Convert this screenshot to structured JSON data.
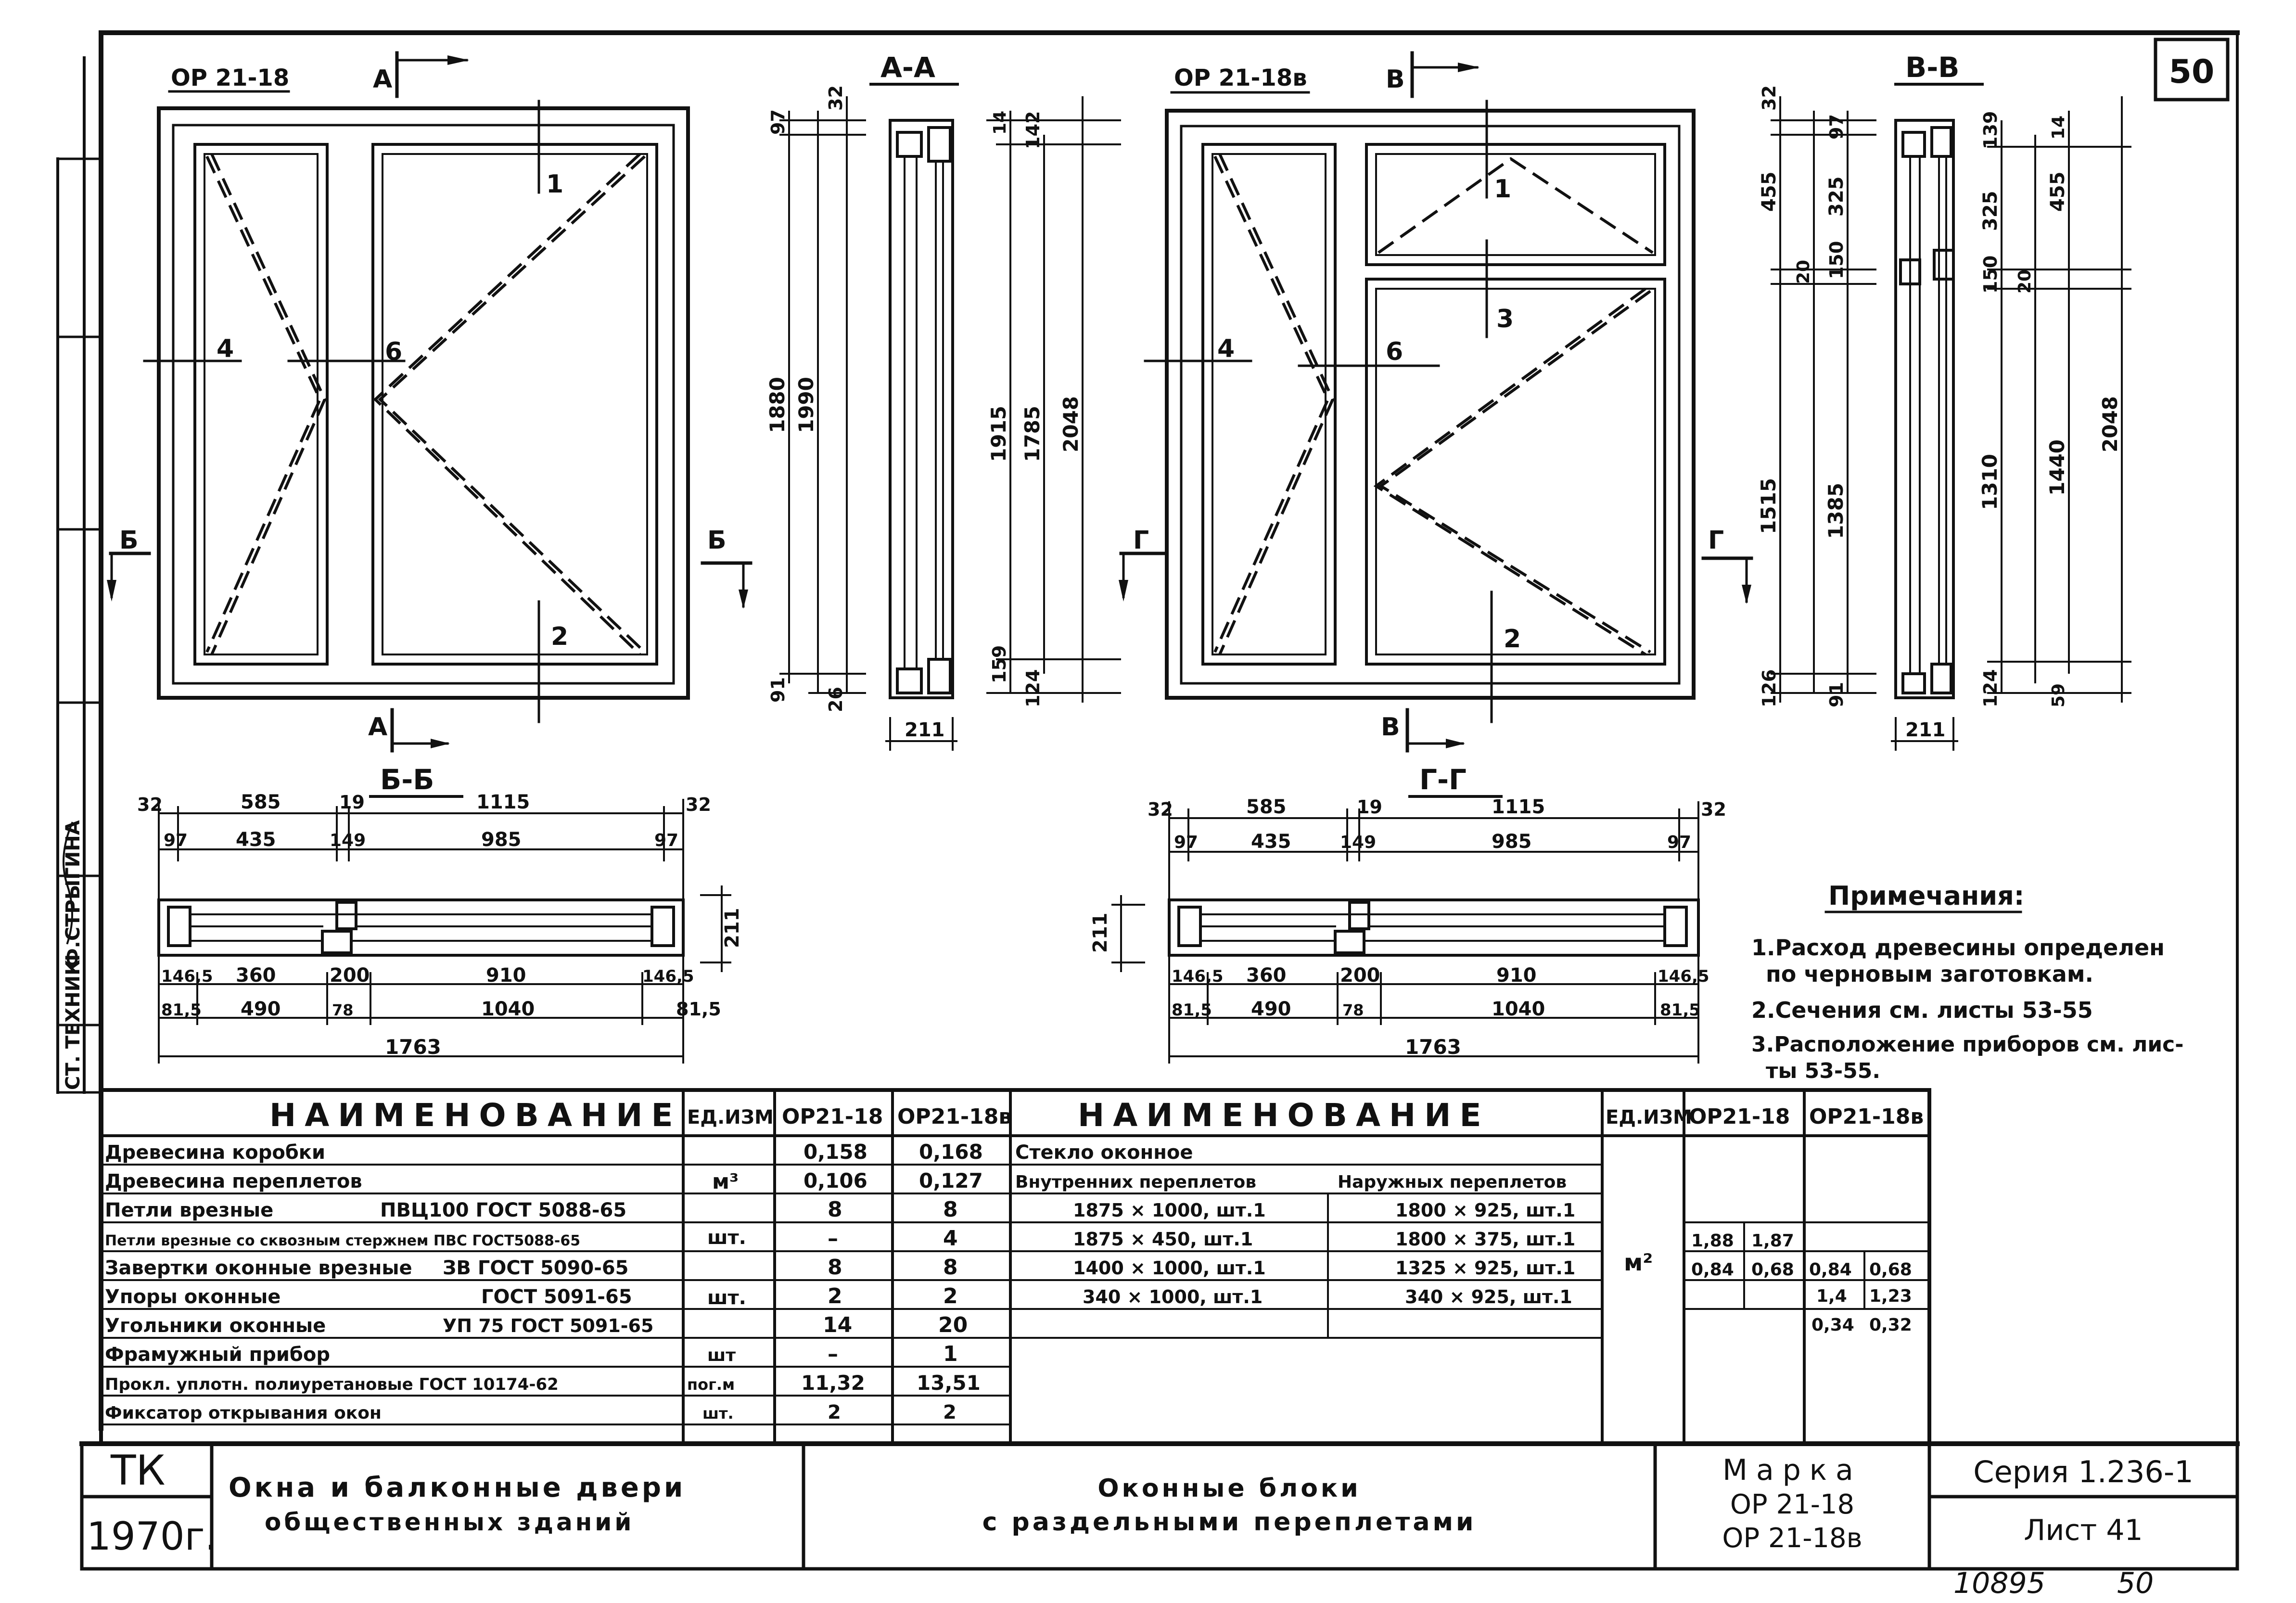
{
  "sheet": {
    "page_number": "50",
    "stamp_bottom": "10895",
    "stamp_bottom2": "50",
    "side_text": "СТ. ТЕХНИК",
    "side_name": "Ф.СТРЫГИНА"
  },
  "views": {
    "op1": {
      "title": "ОР 21-18",
      "sec_mark_a": "А",
      "sec_mark_b": "Б",
      "callouts": [
        "1",
        "2",
        "4",
        "6"
      ]
    },
    "op2": {
      "title": "ОР 21-18в",
      "sec_mark_v": "В",
      "sec_mark_g": "Г",
      "callouts": [
        "1",
        "2",
        "3",
        "4",
        "6"
      ]
    },
    "sec_aa": {
      "title": "А-А",
      "dims": [
        "97",
        "32",
        "1880",
        "1990",
        "91",
        "26",
        "211"
      ]
    },
    "sec_aa2": {
      "dims": [
        "14",
        "142",
        "1915",
        "1785",
        "2048",
        "159",
        "124"
      ]
    },
    "sec_vv": {
      "title": "В-В",
      "dims": [
        "32",
        "97",
        "455",
        "325",
        "150",
        "20",
        "1515",
        "1385",
        "126",
        "91",
        "211"
      ]
    },
    "sec_vv2": {
      "dims": [
        "139",
        "14",
        "325",
        "455",
        "150",
        "20",
        "1310",
        "1440",
        "2048",
        "124",
        "59"
      ]
    },
    "sec_bb": {
      "title": "Б-Б",
      "top1": [
        "32",
        "585",
        "19",
        "1115",
        "32"
      ],
      "top2": [
        "97",
        "435",
        "149",
        "985",
        "97"
      ],
      "bot1": [
        "146,5",
        "360",
        "200",
        "910",
        "146,5"
      ],
      "bot2": [
        "81,5",
        "490",
        "78",
        "1040",
        "81,5"
      ],
      "total": "1763",
      "depth": "211"
    },
    "sec_gg": {
      "title": "Г-Г",
      "top1": [
        "32",
        "585",
        "19",
        "1115",
        "32"
      ],
      "top2": [
        "97",
        "435",
        "149",
        "985",
        "97"
      ],
      "bot1": [
        "146,5",
        "360",
        "200",
        "910",
        "146,5"
      ],
      "bot2": [
        "81,5",
        "490",
        "78",
        "1040",
        "81,5"
      ],
      "total": "1763",
      "depth": "211"
    }
  },
  "notes": {
    "title": "Примечания:",
    "items": [
      "1.Расход древесины определен",
      "по черновым заготовкам.",
      "2.Сечения см. листы 53-55",
      "3.Расположение приборов см. лис-",
      "ты 53-55."
    ]
  },
  "table_left": {
    "headers": [
      "НАИМЕНОВАНИЕ",
      "ЕД.ИЗМ",
      "ОР21-18",
      "ОР21-18в"
    ],
    "rows": [
      {
        "name": "Древесина коробки",
        "name2": "",
        "unit": "м³",
        "a": "0,158",
        "b": "0,168"
      },
      {
        "name": "Древесина переплетов",
        "name2": "",
        "unit": "",
        "a": "0,106",
        "b": "0,127"
      },
      {
        "name": "Петли врезные",
        "name2": "ПВЦ100 ГОСТ 5088-65",
        "unit": "шт.",
        "a": "8",
        "b": "8"
      },
      {
        "name": "Петли врезные со сквозным стержнем ПВС ГОСТ5088-65",
        "name2": "",
        "unit": "",
        "a": "–",
        "b": "4"
      },
      {
        "name": "Завертки оконные врезные",
        "name2": "ЗВ ГОСТ 5090-65",
        "unit": "шт.",
        "a": "8",
        "b": "8"
      },
      {
        "name": "Упоры оконные",
        "name2": "ГОСТ 5091-65",
        "unit": "",
        "a": "2",
        "b": "2"
      },
      {
        "name": "Угольники оконные",
        "name2": "УП 75 ГОСТ 5091-65",
        "unit": "",
        "a": "14",
        "b": "20"
      },
      {
        "name": "Фрамужный прибор",
        "name2": "",
        "unit": "шт",
        "a": "–",
        "b": "1"
      },
      {
        "name": "Прокл. уплотн. полиуретановые ГОСТ 10174-62",
        "name2": "",
        "unit": "пог.м",
        "a": "11,32",
        "b": "13,51"
      },
      {
        "name": "Фиксатор открывания окон",
        "name2": "",
        "unit": "шт.",
        "a": "2",
        "b": "2"
      }
    ]
  },
  "table_right": {
    "headers": [
      "НАИМЕНОВАНИЕ",
      "ЕД.ИЗМ",
      "ОР21-18",
      "ОР21-18в"
    ],
    "title": "Стекло оконное",
    "sub_headers": [
      "Внутренних переплетов",
      "Наружных переплетов"
    ],
    "unit": "м²",
    "rows": [
      {
        "inner": "1875 × 1000, шт.1",
        "outer": "1800 × 925, шт.1",
        "a1": "1,88",
        "a2": "1,87",
        "b1": "",
        "b2": ""
      },
      {
        "inner": "1875 × 450, шт.1",
        "outer": "1800 × 375, шт.1",
        "a1": "0,84",
        "a2": "0,68",
        "b1": "0,84",
        "b2": "0,68"
      },
      {
        "inner": "1400 × 1000, шт.1",
        "outer": "1325 × 925, шт.1",
        "a1": "",
        "a2": "",
        "b1": "1,4",
        "b2": "1,23"
      },
      {
        "inner": "340 × 1000, шт.1",
        "outer": "340 × 925, шт.1",
        "a1": "",
        "a2": "",
        "b1": "0,34",
        "b2": "0,32"
      }
    ]
  },
  "title_block": {
    "org": "ТК",
    "year": "1970г.",
    "project": "Окна и балконные двери",
    "project2": "общественных зданий",
    "sheet_title": "Оконные блоки",
    "sheet_title2": "с раздельными переплетами",
    "marka_label": "Марка",
    "marka1": "ОР 21-18",
    "marka2": "ОР 21-18в",
    "series": "Серия 1.236-1",
    "list": "Лист 41"
  }
}
